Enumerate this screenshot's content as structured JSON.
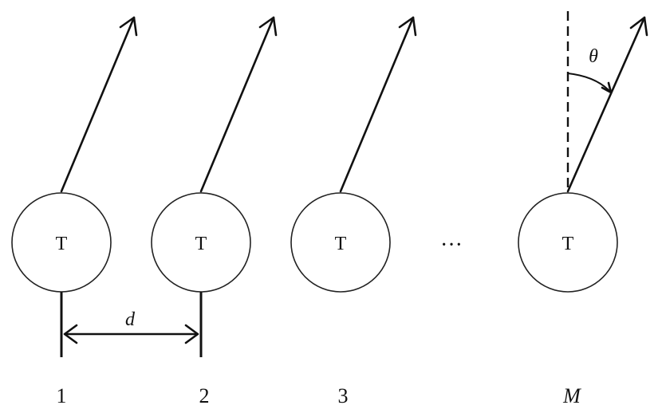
{
  "elements": [
    {
      "label": "T",
      "index": "1"
    },
    {
      "label": "T",
      "index": "2"
    },
    {
      "label": "T",
      "index": "3"
    },
    {
      "label": "T",
      "index": "M"
    }
  ],
  "ellipsis": "···",
  "spacing_label": "d",
  "angle_label": "θ"
}
